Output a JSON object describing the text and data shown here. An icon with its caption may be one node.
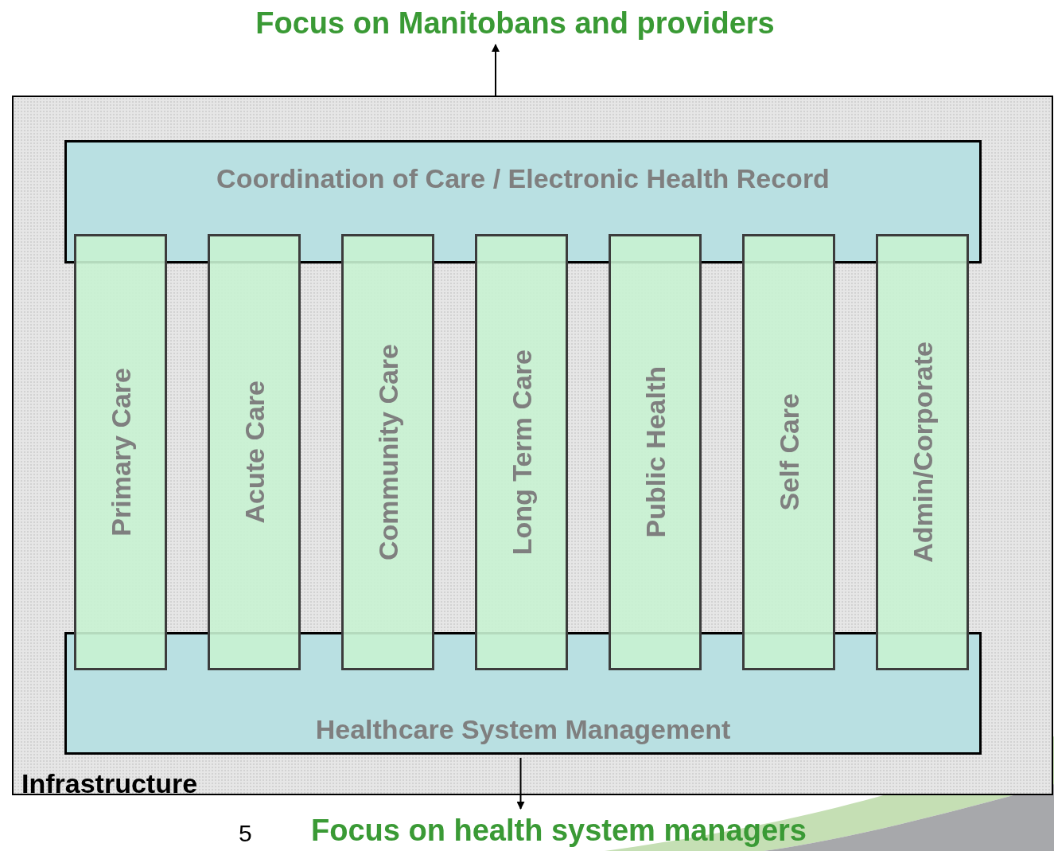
{
  "diagram": {
    "nodes": [
      {
        "text": [
          "Focus on Manitobans and providers"
        ]
      },
      {
        "text": [
          "Infrastructure"
        ]
      },
      {
        "text": [
          "Coordination of Care / Electronic Health Record"
        ],
        "in": 1
      },
      {
        "text": [
          "Healthcare System Management"
        ],
        "in": 1
      },
      {
        "text": [
          "Primary Care"
        ],
        "in": 1
      },
      {
        "text": [
          "Acute Care"
        ],
        "in": 1
      },
      {
        "text": [
          "Community Care"
        ],
        "in": 1
      },
      {
        "text": [
          "Long Term Care"
        ],
        "in": 1
      },
      {
        "text": [
          "Public Health"
        ],
        "in": 1
      },
      {
        "text": [
          "Self Care"
        ],
        "in": 1
      },
      {
        "text": [
          "Admin/Corporate"
        ],
        "in": 1
      },
      {
        "text": [
          "Focus on health system managers"
        ]
      }
    ],
    "edges": [
      {
        "from": 1,
        "to": 0,
        "arrow": "to"
      },
      {
        "from": 3,
        "to": 11,
        "arrow": "to"
      }
    ],
    "labels": [
      "5"
    ]
  }
}
